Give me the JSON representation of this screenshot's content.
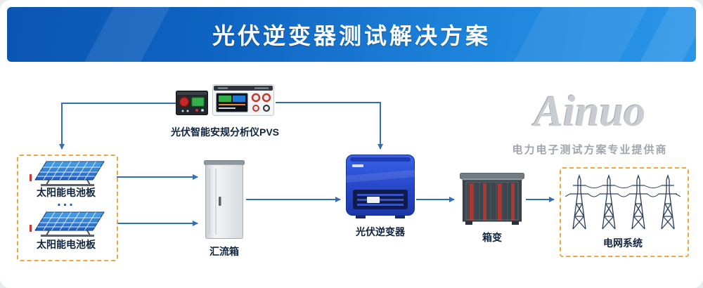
{
  "banner": {
    "title": "光伏逆变器测试解决方案"
  },
  "brand": {
    "name": "Ainuo",
    "tagline": "电力电子测试方案专业提供商"
  },
  "diagram": {
    "analyzer_label": "光伏智能安规分析仪PVS",
    "solar_panel_top_label": "太阳能电池板",
    "solar_panel_bottom_label": "太阳能电池板",
    "more_panels_ellipsis": "...",
    "combiner_label": "汇流箱",
    "inverter_label": "光伏逆变器",
    "transformer_label": "箱变",
    "grid_label": "电网系统"
  },
  "icons": {
    "analyzer": "safety-analyzer-instruments",
    "solar_panel": "solar-panel",
    "combiner": "combiner-cabinet",
    "inverter": "pv-inverter-unit",
    "transformer": "box-transformer",
    "grid": "transmission-towers"
  },
  "colors": {
    "banner_gradient_start": "#0b55b2",
    "banner_gradient_end": "#2a95e8",
    "connector_blue": "#2e6fb7",
    "dashed_outline_orange": "#f0a63c",
    "label_text": "#10233d",
    "watermark_gray": "#c9ccd1"
  }
}
